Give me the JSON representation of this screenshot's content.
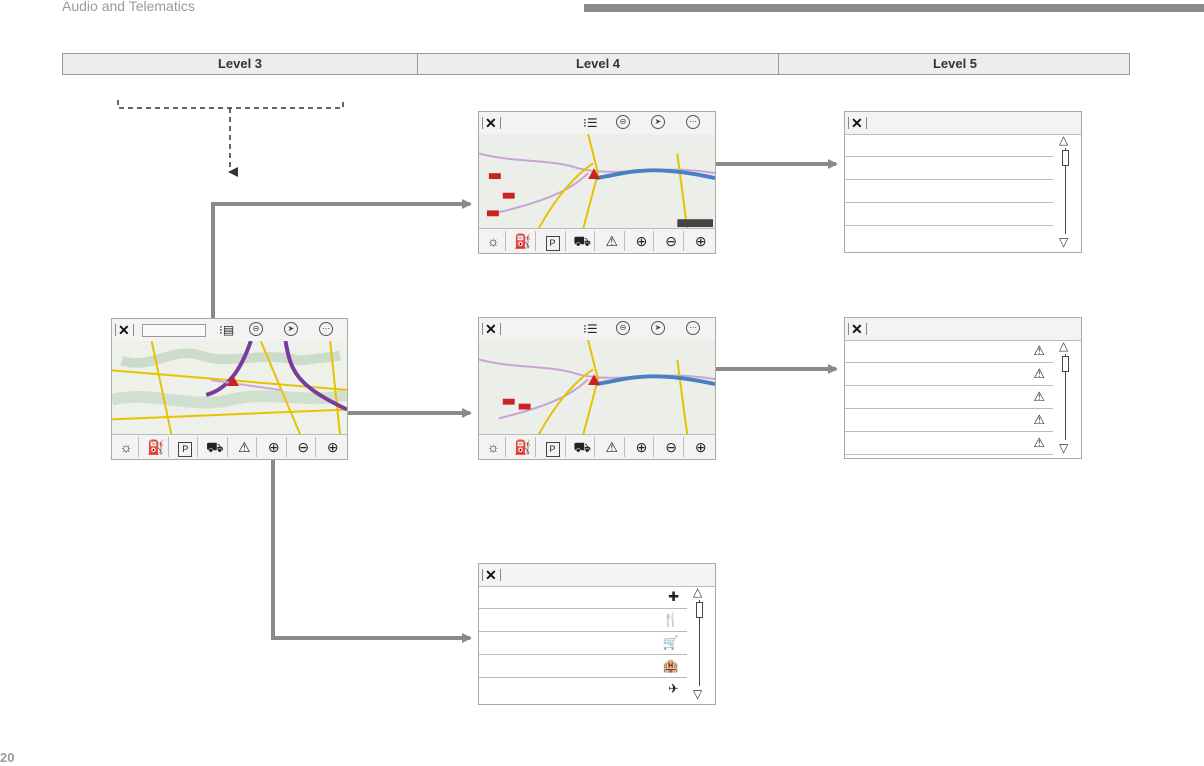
{
  "header": {
    "title": "Audio and Telematics"
  },
  "levels": [
    "Level 3",
    "Level 4",
    "Level 5"
  ],
  "page_number": "20",
  "icons": {
    "close": "✕",
    "list": "⁝☰",
    "warning": "⚠",
    "zoom_in": "⊕",
    "parking": "P",
    "arrow_up": "△",
    "arrow_down": "▽",
    "plus": "✚",
    "airplane": "✈"
  },
  "colors": {
    "route": "#8a4aa8",
    "traffic": "#4a7fc1",
    "roads": "#e6c200",
    "connector": "#8a8a8a"
  }
}
